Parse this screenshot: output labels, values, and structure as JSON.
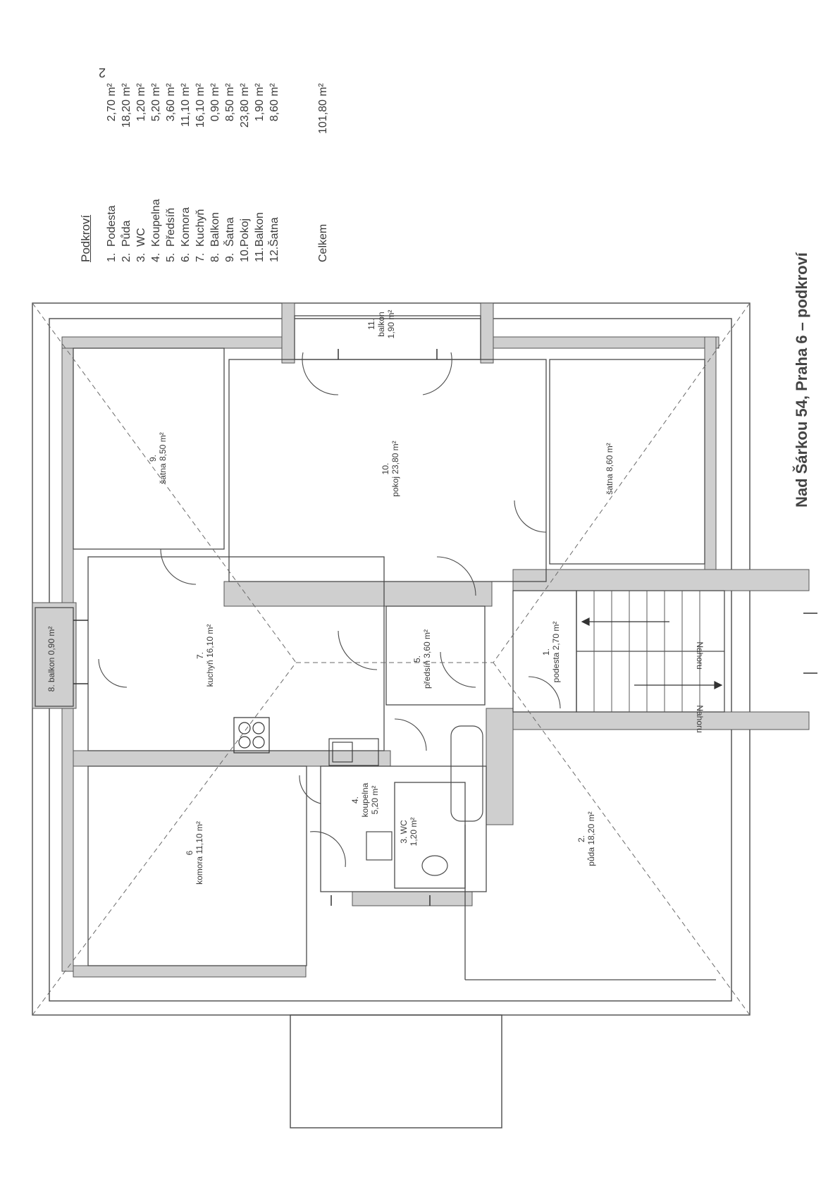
{
  "page_number": "2",
  "title": "Nad Šárkou 54, Praha 6 – podkroví",
  "legend": {
    "heading": "Podkroví",
    "rows": [
      {
        "num": "1.",
        "name": "Podesta",
        "area": "2,70 m²"
      },
      {
        "num": "2.",
        "name": "Půda",
        "area": "18,20 m²"
      },
      {
        "num": "3.",
        "name": "WC",
        "area": "1,20 m²"
      },
      {
        "num": "4.",
        "name": "Koupelna",
        "area": "5,20 m²"
      },
      {
        "num": "5.",
        "name": "Předsíň",
        "area": "3,60 m²"
      },
      {
        "num": "6.",
        "name": "Komora",
        "area": "11,10 m²"
      },
      {
        "num": "7.",
        "name": "Kuchyň",
        "area": "16,10 m²"
      },
      {
        "num": "8.",
        "name": "Balkon",
        "area": "0,90 m²"
      },
      {
        "num": "9.",
        "name": "Šatna",
        "area": "8,50 m²"
      },
      {
        "num": "10.",
        "name": "Pokoj",
        "area": "23,80 m²"
      },
      {
        "num": "11.",
        "name": "Balkon",
        "area": "1,90 m²"
      },
      {
        "num": "12.",
        "name": "Šatna",
        "area": "8,60 m²"
      }
    ],
    "total_label": "Celkem",
    "total_area": "101,80 m²"
  },
  "rooms": {
    "r9": {
      "num": "9.",
      "label": "šatna 8,50 m²"
    },
    "r10": {
      "num": "10.",
      "label": "pokoj 23,80 m²"
    },
    "r12": {
      "label": "šatna 8,60 m²"
    },
    "r11": {
      "num": "11.",
      "label": "balkon",
      "area": "1,90 m²"
    },
    "r8": {
      "label": "8. balkon 0,90 m²"
    },
    "r7": {
      "num": "7.",
      "label": "kuchyň 16,10 m²"
    },
    "r5": {
      "num": "5.",
      "label": "předsíň 3,60 m²"
    },
    "r1": {
      "num": "1.",
      "label": "podesta 2,70 m²"
    },
    "r4": {
      "num": "4.",
      "label": "koupelna",
      "area": "5,20 m²"
    },
    "r3": {
      "num": "3. WC",
      "area": "1,20 m²"
    },
    "r6": {
      "num": "6",
      "label": "komora 11,10 m²"
    },
    "r2": {
      "num": "2.",
      "label": "půda 18,20 m²"
    }
  },
  "stairs": {
    "label_top": "Nahoru",
    "label_bottom": "Nahoru"
  },
  "colors": {
    "wall": "#cfcfcf",
    "line": "#4a4a4a",
    "dash": "#6a6a6a"
  }
}
